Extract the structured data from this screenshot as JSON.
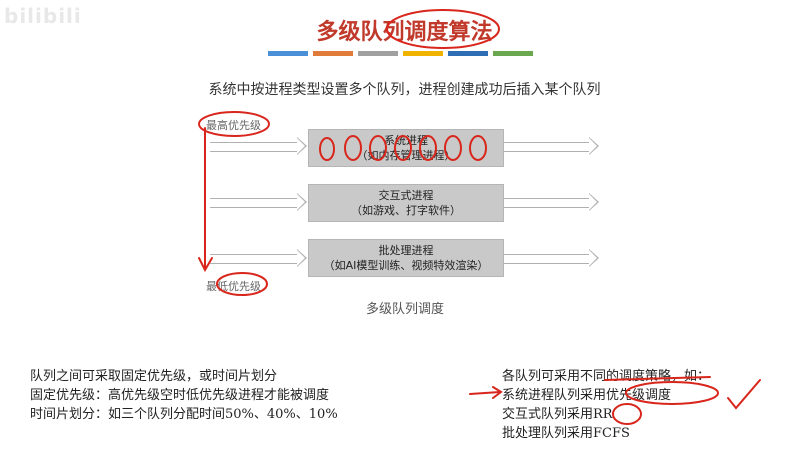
{
  "watermark": "bilibili",
  "title": "多级队列调度算法",
  "accent_bars": [
    "#4a90d9",
    "#e07b39",
    "#a0a0a0",
    "#f0b400",
    "#2e6db4",
    "#6aa84f"
  ],
  "subtitle": "系统中按进程类型设置多个队列，进程创建成功后插入某个队列",
  "priority": {
    "highest": "最高优先级",
    "lowest": "最低优先级"
  },
  "queues": [
    {
      "name": "系统进程",
      "detail": "（如内存管理进程）"
    },
    {
      "name": "交互式进程",
      "detail": "（如游戏、打字软件）"
    },
    {
      "name": "批处理进程",
      "detail": "（如AI模型训练、视频特效渲染）"
    }
  ],
  "diagram_caption": "多级队列调度",
  "left_notes": [
    "队列之间可采取固定优先级，或时间片划分",
    "固定优先级：高优先级空时低优先级进程才能被调度",
    "时间片划分：如三个队列分配时间50%、40%、10%"
  ],
  "right_notes": [
    "各队列可采用不同的调度策略，如：",
    "系统进程队列采用优先级调度",
    "交互式队列采用RR",
    "批处理队列采用FCFS"
  ],
  "colors": {
    "title": "#c0392b",
    "annotation": "#d9261c"
  }
}
